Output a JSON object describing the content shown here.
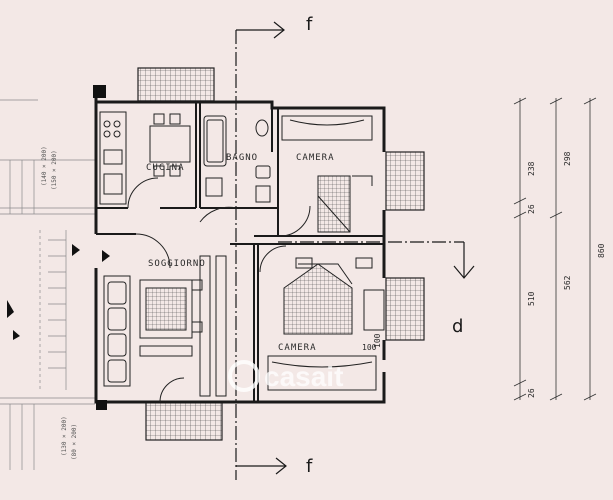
{
  "rooms": {
    "cucina": "CUCINA",
    "bagno": "BAGNO",
    "camera_top": "CAMERA",
    "soggiorno": "SOGGIORNO",
    "camera_bottom": "CAMERA"
  },
  "section_marks": {
    "top": "f",
    "bottom": "f",
    "right": "d"
  },
  "dimensions": {
    "d238": "238",
    "d298": "298",
    "d26a": "26",
    "d510": "510",
    "d562": "562",
    "d860": "860",
    "d26b": "26",
    "d100a": "100",
    "d100b": "100"
  },
  "side_notes": {
    "a": "(140 × 200)",
    "b": "(150 × 200)",
    "c": "(130 × 200)",
    "d": "(80 × 200)"
  },
  "watermark": "casait"
}
